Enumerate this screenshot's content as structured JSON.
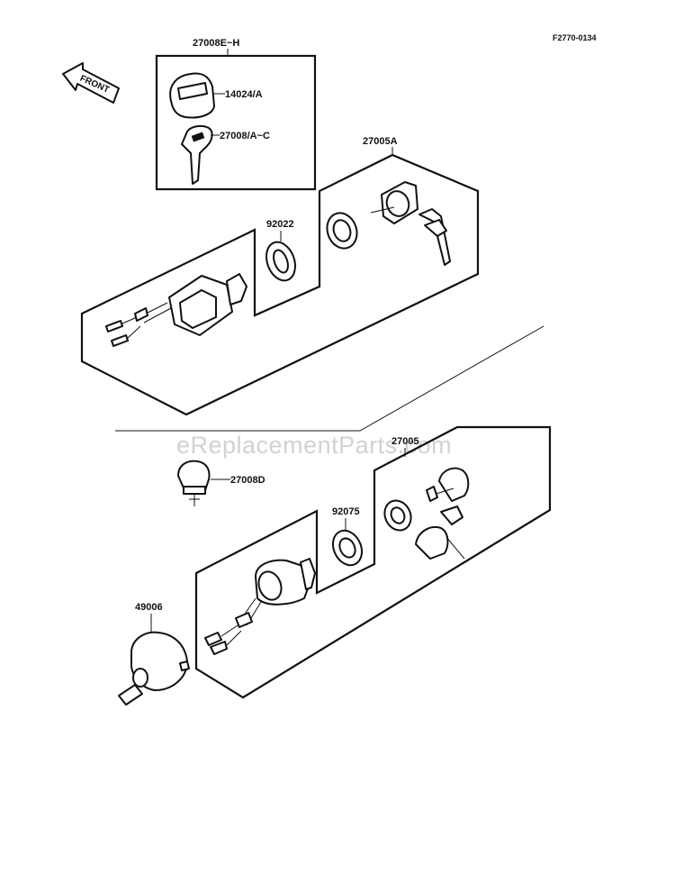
{
  "diagram": {
    "drawing_code": "F2770-0134",
    "front_label": "FRONT",
    "watermark": "eReplacementParts.com",
    "labels": {
      "key_set_upper": "27008E~H",
      "key_cover": "14024/A",
      "key_blank": "27008/A~C",
      "ignition_switch_upper": "27005A",
      "washer_upper": "92022",
      "ignition_switch_lower": "27005",
      "knob_key": "27008D",
      "washer_lower": "92075",
      "cap": "49006"
    }
  }
}
